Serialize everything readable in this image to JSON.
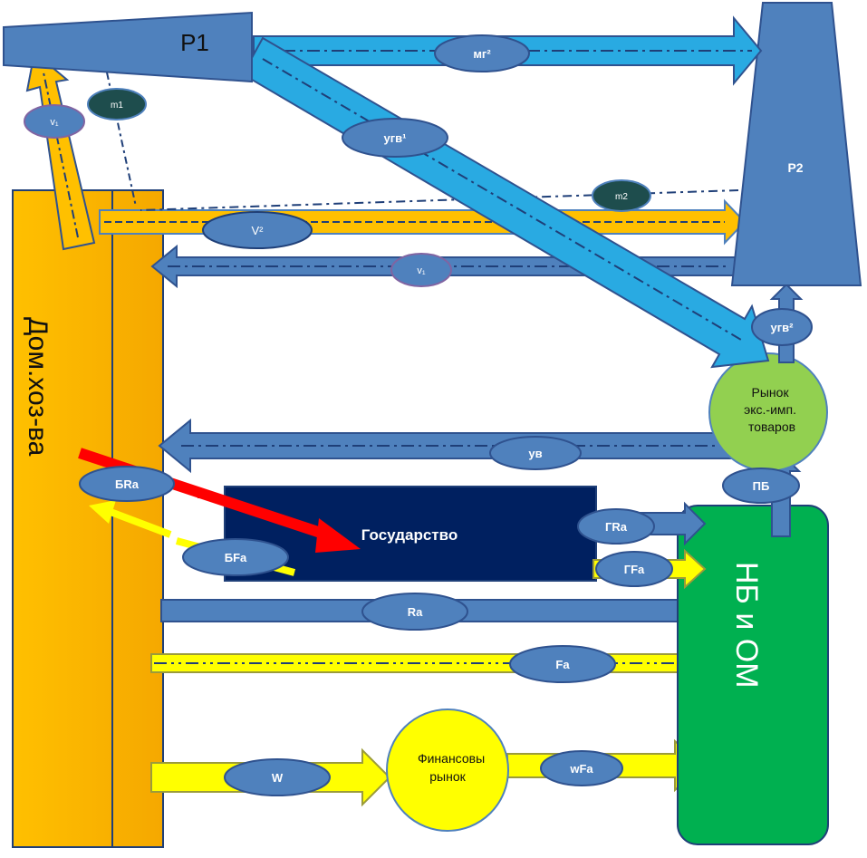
{
  "nodes": {
    "p1": "P1",
    "p2": "P2",
    "households": "Дом.хоз-ва",
    "state": "Государство",
    "nb_om": "НБ и ОМ",
    "import_export_market": "Рынок экс.-имп. товаров",
    "financial_market": "Финансовы рынок"
  },
  "flows": {
    "mg2": "мг²",
    "ugv1": "угв¹",
    "m1": "m1",
    "m2": "m2",
    "v1_left": "v₁",
    "v2": "V²",
    "v1_mid": "v₁",
    "ugv2": "угв²",
    "uv": "ув",
    "bra": "БRa",
    "bfa": "БFa",
    "gra": "ГRa",
    "gfa": "ГFa",
    "pb": "ПБ",
    "ra": "Ra",
    "fa": "Fa",
    "w": "W",
    "wfa": "wFa"
  },
  "colors": {
    "steel_blue": "#4f81bd",
    "light_blue": "#29aae2",
    "orange": "#ffc000",
    "yellow": "#ffff00",
    "green": "#00b050",
    "light_green": "#92d050",
    "navy": "#002060",
    "dark_teal": "#1e4d4d",
    "red": "#ff0000"
  }
}
